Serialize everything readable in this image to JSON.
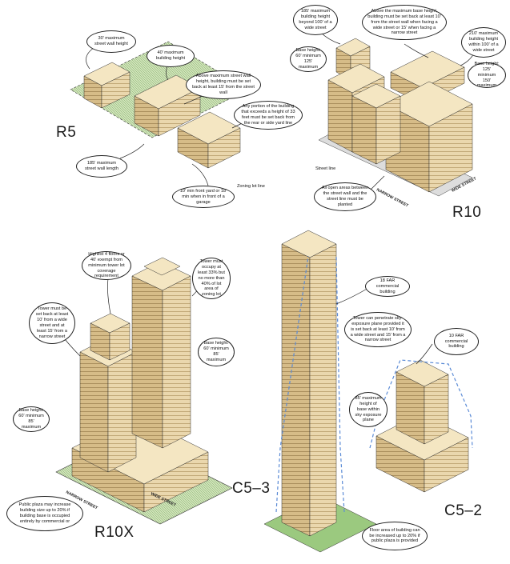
{
  "districts": {
    "r5": "R5",
    "r10": "R10",
    "r10x": "R10X",
    "c53": "C5–3",
    "c52": "C5–2"
  },
  "r5": {
    "street_wall": "30' maximum street wall height",
    "building_height": "40' maximum building height",
    "setback": "Above maximum street wall height, building must be set back at least 15' from the street wall",
    "wall_length": "185' maximum street wall length",
    "setback_33": "Any portion of the building that exceeds a height of 33 feet must be set back from the rear or side yard line",
    "front_yard": "10' min front yard or 18' min when in front of a garage",
    "zoning_lot_line": "Zoning lot line"
  },
  "r10": {
    "height_185": "185' maximum building height beyond 100' of a wide street",
    "above_base": "Above the maximum base height, building must be set back at least 10' from the street wall when facing a wide street or 15' when facing a narrow street",
    "height_210": "210' maximum building height within 100' of a wide street",
    "base_left": "Base height: 60' minimum 125' maximum",
    "base_right": "Base height: 125' minimum 150' maximum",
    "street_line": "Street line",
    "open_areas": "All open areas between the street wall and the street line must be planted",
    "narrow_street": "NARROW STREET",
    "wide_street": "WIDE STREET"
  },
  "r10x": {
    "highest_floors": "Highest 4 floors or 40' exempt from minimum tower lot coverage requirement",
    "tower_occupy": "Tower must occupy at least 33% but no more than 40% of lot area of zoning lot",
    "tower_setback": "Tower must be set back at least 10' from a wide street and at least 15' from a narrow street",
    "base_right": "Base height: 60' minimum 85' maximum",
    "base_left": "Base height: 60' minimum 85' maximum",
    "plaza": "Public plaza may increase building size up to 20% if building base is occupied entirely by commercial or",
    "narrow_street": "NARROW STREET",
    "wide_street": "WIDE STREET"
  },
  "c53": {
    "far": "18 FAR commercial building",
    "tower_penetrate": "Tower can penetrate sky-exposure plane provided it is set back at least 10' from a wide street and 15' from a narrow street",
    "floor_area": "Floor area of building can be increased up to 20% if public plaza is provided"
  },
  "c52": {
    "far": "10 FAR commercial building",
    "max_height": "85' maximum height of base within sky exposure plane"
  }
}
